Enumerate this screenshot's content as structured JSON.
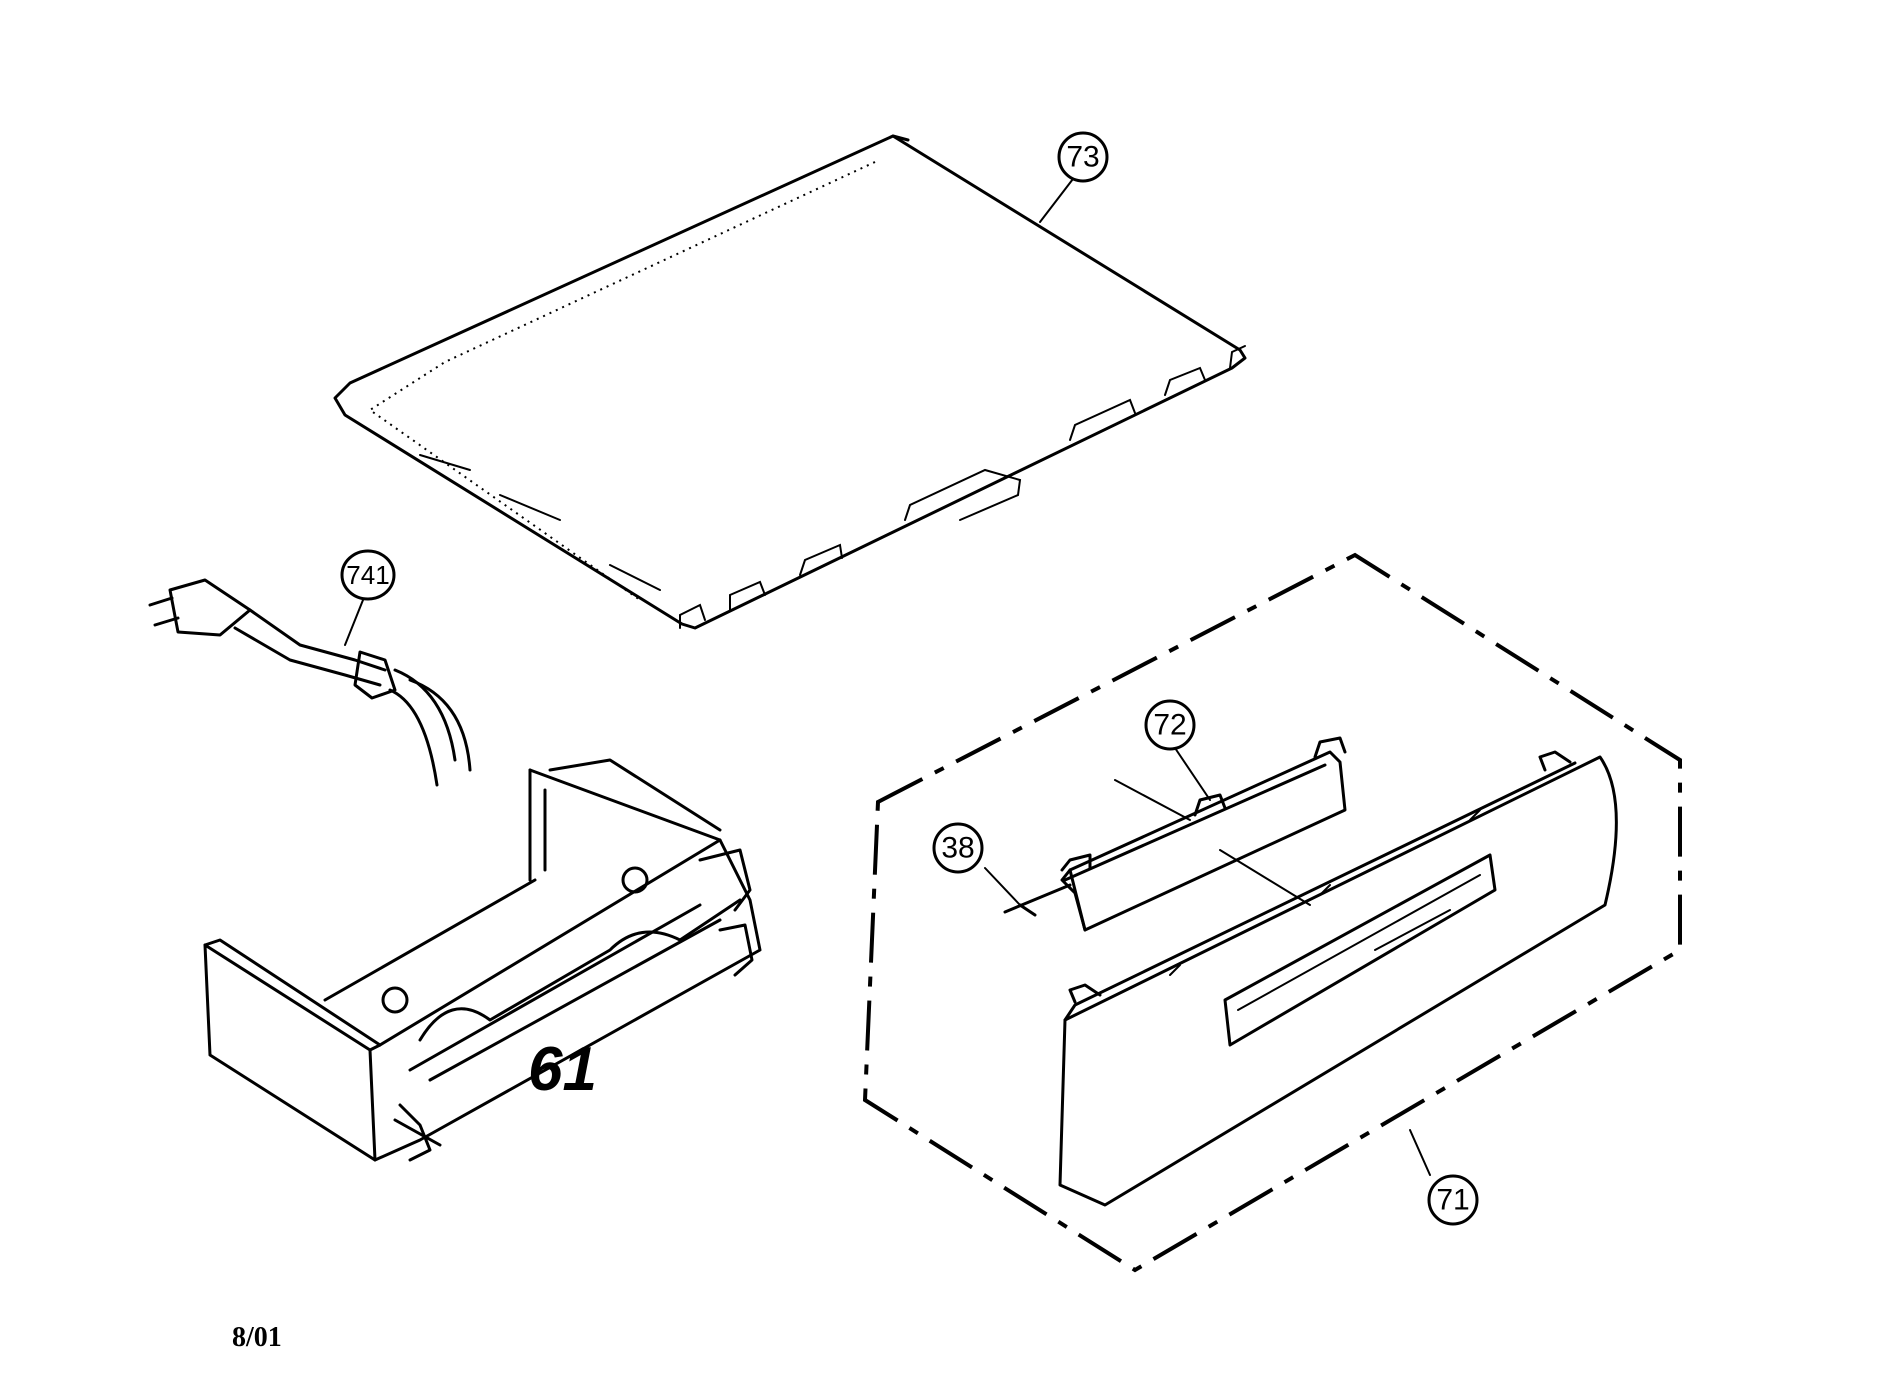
{
  "callouts": {
    "c73": "73",
    "c741": "741",
    "c72": "72",
    "c38": "38",
    "c71": "71"
  },
  "handwritten_label": "61",
  "revision_date": "8/01"
}
